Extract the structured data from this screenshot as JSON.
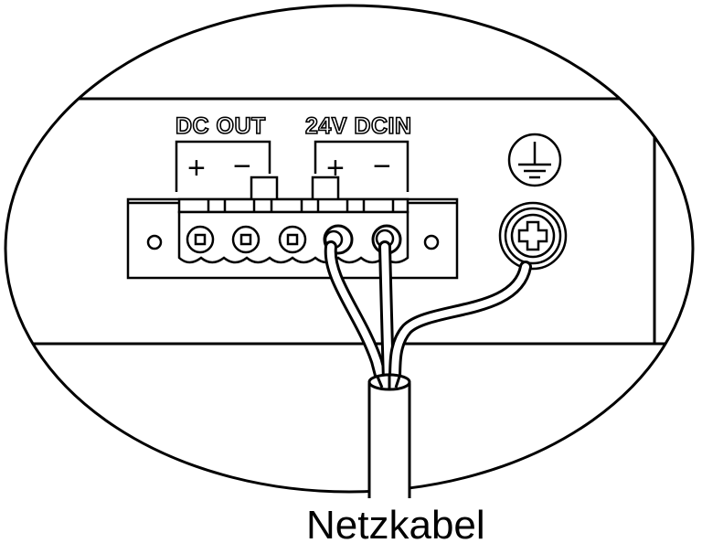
{
  "labels": {
    "dc_out": "DC OUT",
    "dc_in": "24V DCIN",
    "caption": "Netzkabel"
  },
  "symbols": {
    "plus": "+",
    "minus": "−"
  },
  "icons": [
    "ground-icon",
    "screw-terminal-icon"
  ],
  "colors": {
    "line": "#000000",
    "background": "#ffffff"
  }
}
